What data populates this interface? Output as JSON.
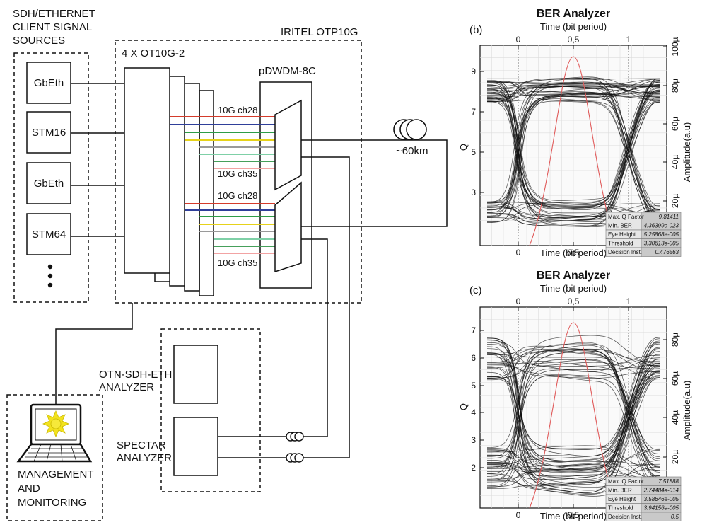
{
  "sources": {
    "title_lines": [
      "SDH/ETHERNET",
      "CLIENT SIGNAL",
      "SOURCES"
    ],
    "items": [
      "GbEth",
      "STM16",
      "GbEth",
      "STM64"
    ]
  },
  "otp": {
    "title": "IRITEL OTP10G",
    "transponder_label": "4 X OT10G-2",
    "mux_label": "pDWDM-8C",
    "ch_upper_top": "10G ch28",
    "ch_upper_bottom": "10G ch35",
    "ch_lower_top": "10G ch28",
    "ch_lower_bottom": "10G ch35",
    "lane_colors": [
      "#d43b2b",
      "#2f3f9a",
      "#2e9d47",
      "#e6d21a",
      "#9a9a9a",
      "#7fd0a7",
      "#46a05b",
      "#f2a3a3"
    ]
  },
  "fiber": {
    "label": "~60km"
  },
  "analyzers": {
    "otn_label_lines": [
      "OTN-SDH-ETH",
      "ANALYZER"
    ],
    "spectar_label_lines": [
      "SPECTAR",
      "ANALYZER"
    ]
  },
  "management": {
    "label_lines": [
      "MANAGEMENT",
      "AND",
      "MONITORING"
    ]
  },
  "ber_b": {
    "panel_label": "(b)",
    "title": "BER Analyzer",
    "top_axis_label": "Time (bit period)",
    "bottom_axis_label": "Time (bit period)",
    "y_left_label": "Q",
    "y_right_label": "Amplitude(a.u)",
    "x_ticks": [
      "0",
      "0,5",
      "1"
    ],
    "y_left_ticks": [
      "3",
      "5",
      "7",
      "9"
    ],
    "y_right_ticks": [
      "20µ",
      "40µ",
      "60µ",
      "80µ",
      "100µ"
    ],
    "stats": [
      {
        "key": "Max. Q Factor",
        "value": "9.81411"
      },
      {
        "key": "Min. BER",
        "value": "4.36399e-023"
      },
      {
        "key": "Eye Height",
        "value": "5.25868e-005"
      },
      {
        "key": "Threshold",
        "value": "3.30613e-005"
      },
      {
        "key": "Decision Inst.",
        "value": "0.476563"
      }
    ]
  },
  "ber_c": {
    "panel_label": "(c)",
    "title": "BER Analyzer",
    "top_axis_label": "Time (bit period)",
    "bottom_axis_label": "Time (bit period)",
    "y_left_label": "Q",
    "y_right_label": "Amplitude(a.u)",
    "x_ticks": [
      "0",
      "0,5",
      "1"
    ],
    "y_left_ticks": [
      "2",
      "3",
      "4",
      "5",
      "6",
      "7"
    ],
    "y_right_ticks": [
      "20µ",
      "40µ",
      "60µ",
      "80µ"
    ],
    "stats": [
      {
        "key": "Max. Q Factor",
        "value": "7.51888"
      },
      {
        "key": "Min. BER",
        "value": "2.74484e-014"
      },
      {
        "key": "Eye Height",
        "value": "3.58646e-005"
      },
      {
        "key": "Threshold",
        "value": "3.94156e-005"
      },
      {
        "key": "Decision Inst.",
        "value": "0.5"
      }
    ]
  }
}
